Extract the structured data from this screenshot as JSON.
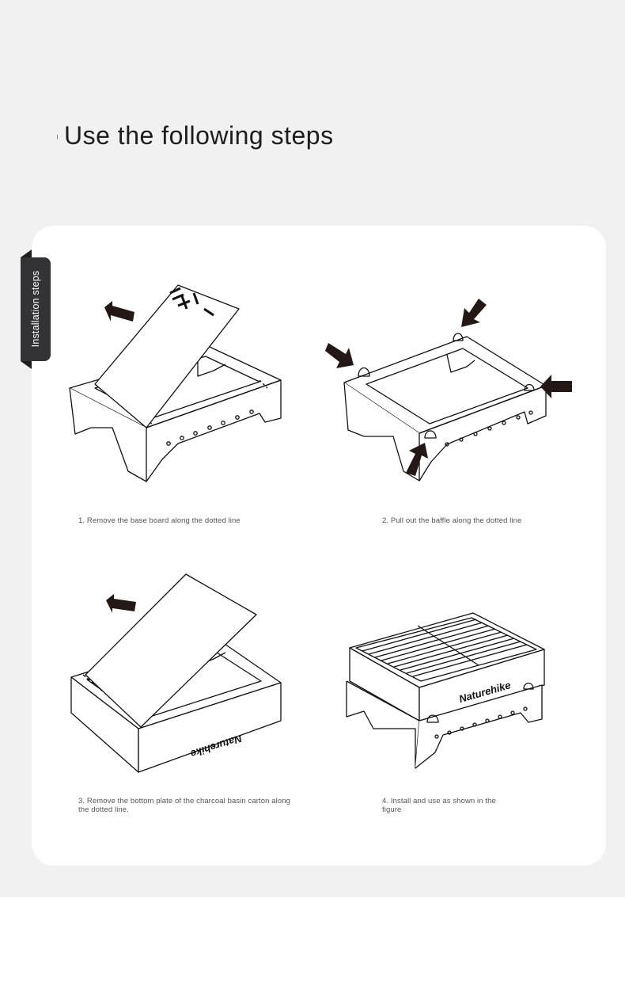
{
  "page": {
    "title": "Use the following steps",
    "tab_label": "Installation steps"
  },
  "steps": [
    {
      "caption": "1. Remove the base board along the dotted line"
    },
    {
      "caption": "2. Pull out the baffle along the dotted line"
    },
    {
      "caption": "3. Remove the bottom plate of the charcoal basin carton along the dotted line."
    },
    {
      "caption": "4. Install and use as shown in the figure"
    }
  ],
  "brand": {
    "name": "Naturehike"
  },
  "colors": {
    "background": "#f1f1f1",
    "card": "#ffffff",
    "tab": "#333335",
    "ink": "#1d1d1d",
    "arrow": "#231815"
  }
}
